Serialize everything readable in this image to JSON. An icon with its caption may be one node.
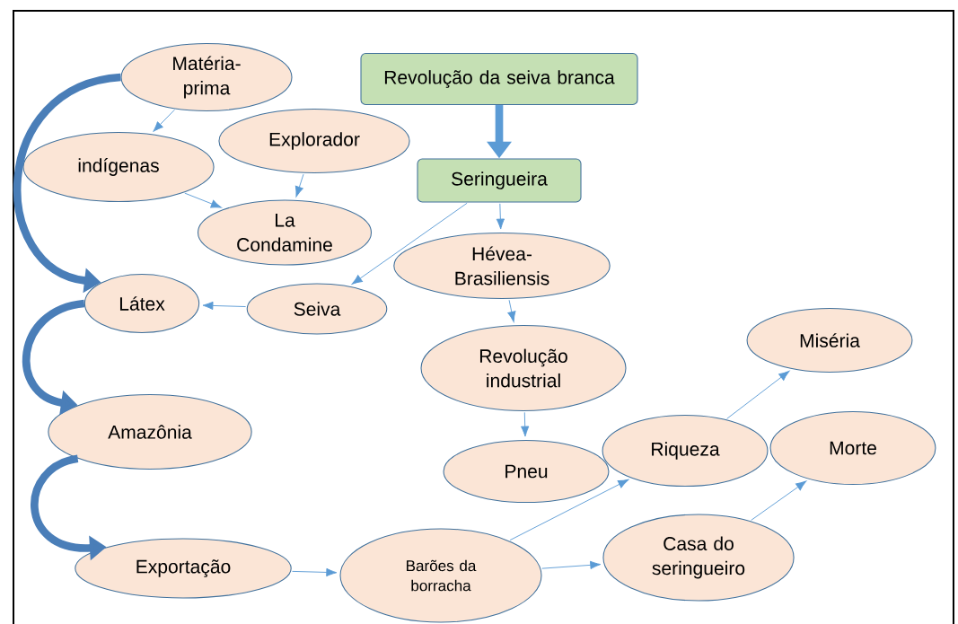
{
  "diagram": {
    "nodes": [
      {
        "text": [
          "Revolução da seiva branca"
        ]
      },
      {
        "text": [
          "Seringueira"
        ]
      },
      {
        "text": [
          "Matéria-prima"
        ]
      },
      {
        "text": [
          "indígenas"
        ]
      },
      {
        "text": [
          "Explorador"
        ]
      },
      {
        "text": [
          "La Condamine"
        ]
      },
      {
        "text": [
          "Hévea-Brasiliensis"
        ]
      },
      {
        "text": [
          "Látex"
        ]
      },
      {
        "text": [
          "Seiva"
        ]
      },
      {
        "text": [
          "Revolução industrial"
        ]
      },
      {
        "text": [
          "Miséria"
        ]
      },
      {
        "text": [
          "Amazônia"
        ]
      },
      {
        "text": [
          "Riqueza"
        ]
      },
      {
        "text": [
          "Pneu"
        ]
      },
      {
        "text": [
          "Morte"
        ]
      },
      {
        "text": [
          "Exportação"
        ]
      },
      {
        "text": [
          "Barões da borracha"
        ]
      },
      {
        "text": [
          "Casa do seringueiro"
        ]
      }
    ],
    "edges": [
      {
        "from": 0,
        "to": 1,
        "arrow": "to",
        "style": "thick"
      },
      {
        "from": 2,
        "to": 3,
        "arrow": "to"
      },
      {
        "from": 3,
        "to": 5,
        "arrow": "to"
      },
      {
        "from": 4,
        "to": 5,
        "arrow": "to"
      },
      {
        "from": 1,
        "to": 8,
        "arrow": "to"
      },
      {
        "from": 8,
        "to": 7,
        "arrow": "to"
      },
      {
        "from": 1,
        "to": 6,
        "arrow": "to"
      },
      {
        "from": 6,
        "to": 9,
        "arrow": "to"
      },
      {
        "from": 9,
        "to": 13,
        "arrow": "to"
      },
      {
        "from": 2,
        "to": 7,
        "arrow": "to",
        "style": "thick",
        "color": "#4a7eb8"
      },
      {
        "from": 7,
        "to": 11,
        "arrow": "to",
        "style": "thick",
        "color": "#4a7eb8"
      },
      {
        "from": 11,
        "to": 15,
        "arrow": "to",
        "style": "thick",
        "color": "#4a7eb8"
      },
      {
        "from": 15,
        "to": 16,
        "arrow": "to"
      },
      {
        "from": 16,
        "to": 12,
        "arrow": "to"
      },
      {
        "from": 16,
        "to": 17,
        "arrow": "to"
      },
      {
        "from": 12,
        "to": 10,
        "arrow": "to"
      },
      {
        "from": 17,
        "to": 14,
        "arrow": "to"
      }
    ]
  }
}
